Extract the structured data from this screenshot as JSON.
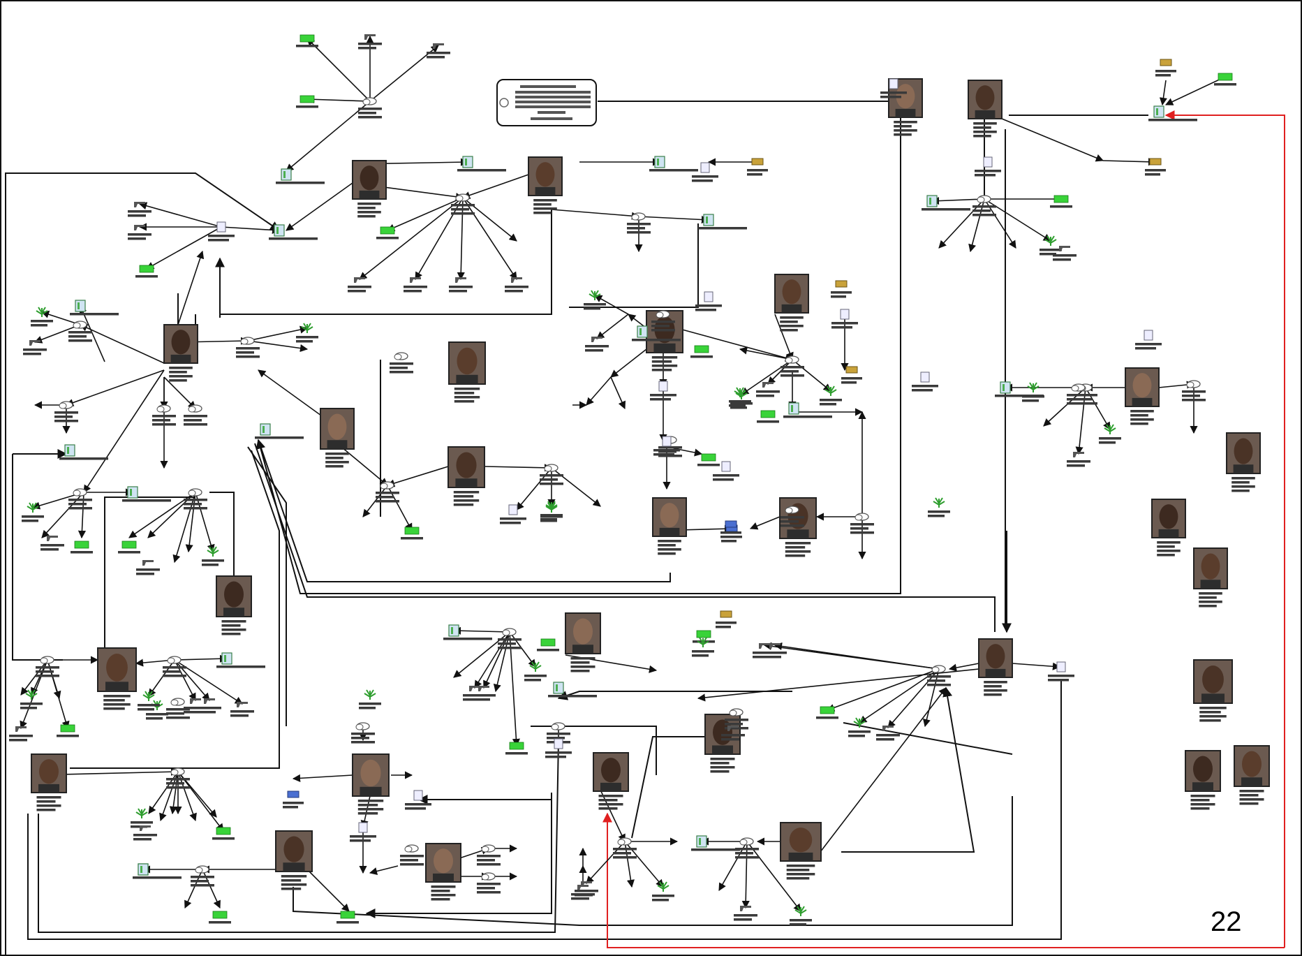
{
  "slide": {
    "page_number": "22"
  },
  "diagram": {
    "colors": {
      "edge": "#111111",
      "highlight_edge": "#e02020",
      "label_text": "#222222",
      "money_tag": "#39d339",
      "photo_border": "#222222"
    },
    "node_kinds": [
      "mugshot",
      "event-cloud",
      "organization-card",
      "money",
      "weapon",
      "drug",
      "vehicle",
      "document"
    ]
  }
}
